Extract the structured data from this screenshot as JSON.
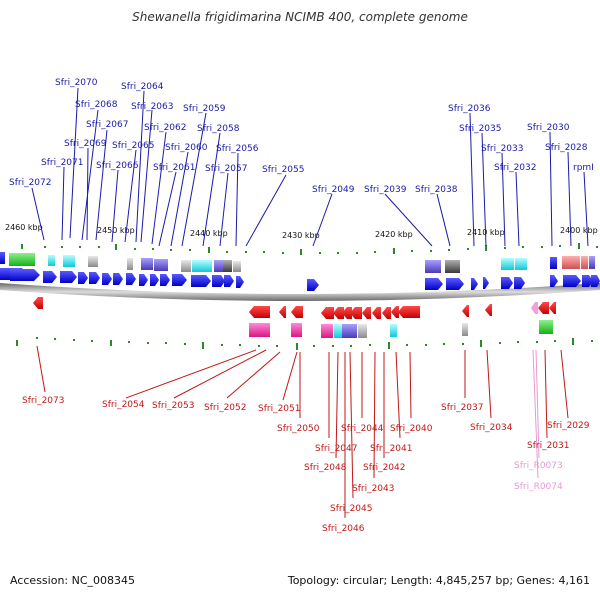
{
  "title": "Shewanella frigidimarina NCIMB 400, complete genome",
  "footer": {
    "accession": "Accession: NC_008345",
    "info": "Topology: circular; Length: 4,845,257 bp; Genes: 4,161"
  },
  "colors": {
    "top_label": "#1a1aa8",
    "bottom_label": "#c01818",
    "pink_label": "#e79ad0",
    "forward_gene": "#1e1ee0",
    "reverse_gene": "#e01010",
    "backbone": "#9a9a9a"
  },
  "kbp_ticks": [
    "2460 kbp",
    "2450 kbp",
    "2440 kbp",
    "2430 kbp",
    "2420 kbp",
    "2410 kbp",
    "2400 kbp"
  ],
  "top_labels": [
    "Sfri_2070",
    "Sfri_2068",
    "Sfri_2067",
    "Sfri_2069",
    "Sfri_2071",
    "Sfri_2072",
    "Sfri_2064",
    "Sfri_2063",
    "Sfri_2065",
    "Sfri_2066",
    "Sfri_2062",
    "Sfri_2059",
    "Sfri_2058",
    "Sfri_2060",
    "Sfri_2061",
    "Sfri_2056",
    "Sfri_2057",
    "Sfri_2055",
    "Sfri_2049",
    "Sfri_2039",
    "Sfri_2038",
    "Sfri_2036",
    "Sfri_2035",
    "Sfri_2033",
    "Sfri_2032",
    "Sfri_2030",
    "Sfri_2028",
    "rpmI"
  ],
  "bottom_labels": [
    "Sfri_2073",
    "Sfri_2054",
    "Sfri_2053",
    "Sfri_2052",
    "Sfri_2051",
    "Sfri_2050",
    "Sfri_2047",
    "Sfri_2048",
    "Sfri_2044",
    "Sfri_2045",
    "Sfri_2046",
    "Sfri_2043",
    "Sfri_2042",
    "Sfri_2041",
    "Sfri_2040",
    "Sfri_2037",
    "Sfri_2034",
    "Sfri_2029",
    "Sfri_2031"
  ],
  "pink_labels": [
    "Sfri_R0073",
    "Sfri_R0074"
  ]
}
